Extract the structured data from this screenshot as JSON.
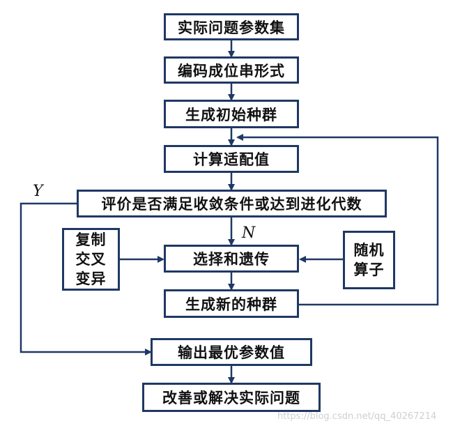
{
  "nodes": {
    "problem_params": "实际问题参数集",
    "encode": "编码成位串形式",
    "init_pop": "生成初始种群",
    "fitness": "计算适配值",
    "evaluate": "评价是否满足收敛条件或达到进化代数",
    "select": "选择和遗传",
    "new_pop": "生成新的种群",
    "output": "输出最优参数值",
    "improve": "改善或解决实际问题",
    "ops_left": [
      "复制",
      "交叉",
      "变异"
    ],
    "ops_right": [
      "随机",
      "算子"
    ]
  },
  "labels": {
    "yes": "Y",
    "no": "N"
  },
  "watermark": "https://blog.csdn.net/qq_40267214",
  "colors": {
    "border": "#1f3864",
    "arrow": "#1f3864",
    "text": "#111111"
  }
}
